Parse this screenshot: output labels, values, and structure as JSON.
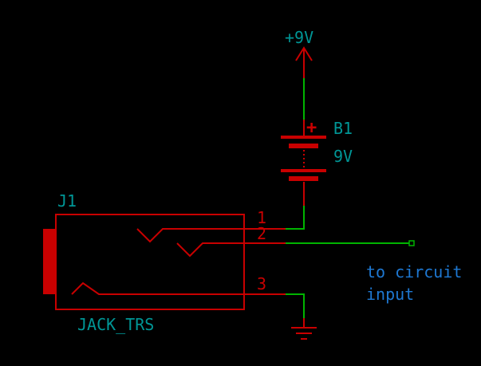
{
  "colors": {
    "background": "#000000",
    "symbol": "#c80000",
    "wire": "#00b400",
    "ref_text": "#009696",
    "pin_number": "#c80000",
    "comment_text": "#1e78d2",
    "junction": "#00b400"
  },
  "power": {
    "label": "+9V"
  },
  "battery": {
    "ref": "B1",
    "value": "9V",
    "plus_mark": "+"
  },
  "jack": {
    "ref": "J1",
    "value": "JACK_TRS",
    "pins": [
      "1",
      "2",
      "3"
    ]
  },
  "note": {
    "line1": "to circuit",
    "line2": "input"
  },
  "ground": {
    "icon": "ground-icon"
  }
}
